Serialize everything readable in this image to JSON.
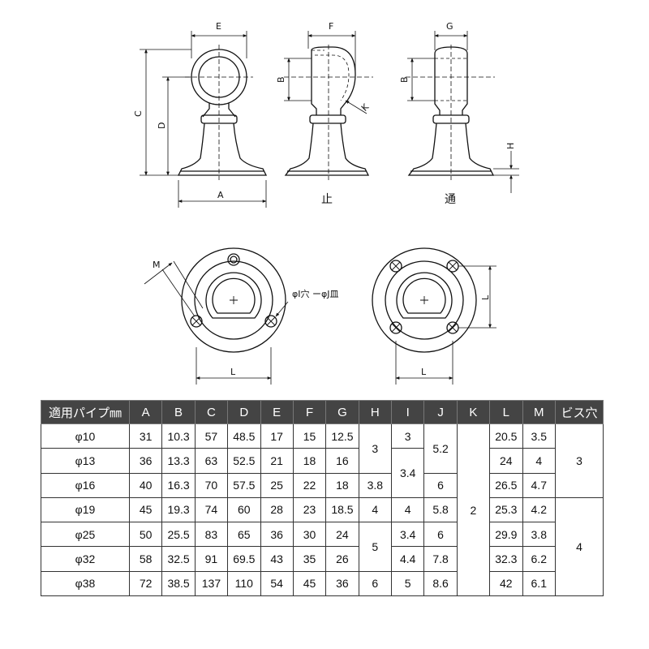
{
  "labels": {
    "dim_E": "E",
    "dim_F": "F",
    "dim_G": "G",
    "dim_B": "B",
    "dim_C": "C",
    "dim_D": "D",
    "dim_A": "A",
    "dim_H": "H",
    "dim_K": "K",
    "dim_M": "M",
    "dim_L": "L",
    "view_stop": "止",
    "view_through": "通",
    "hole_callout": "φI穴 ーφJ皿"
  },
  "table": {
    "headers": [
      "適用パイプ㎜",
      "A",
      "B",
      "C",
      "D",
      "E",
      "F",
      "G",
      "H",
      "I",
      "J",
      "K",
      "L",
      "M",
      "ビス穴"
    ],
    "rows": [
      {
        "size": "φ10",
        "A": "31",
        "B": "10.3",
        "C": "57",
        "D": "48.5",
        "E": "17",
        "F": "15",
        "G": "12.5",
        "H": "3",
        "I": "3",
        "J": "5.2",
        "K": "2",
        "L": "20.5",
        "M": "3.5",
        "screw": "3"
      },
      {
        "size": "φ13",
        "A": "36",
        "B": "13.3",
        "C": "63",
        "D": "52.5",
        "E": "21",
        "F": "18",
        "G": "16",
        "I": "3.4",
        "L": "24",
        "M": "4"
      },
      {
        "size": "φ16",
        "A": "40",
        "B": "16.3",
        "C": "70",
        "D": "57.5",
        "E": "25",
        "F": "22",
        "G": "18",
        "H": "3.8",
        "J": "6",
        "L": "26.5",
        "M": "4.7"
      },
      {
        "size": "φ19",
        "A": "45",
        "B": "19.3",
        "C": "74",
        "D": "60",
        "E": "28",
        "F": "23",
        "G": "18.5",
        "H": "4",
        "I": "4",
        "J": "5.8",
        "L": "25.3",
        "M": "4.2",
        "screw": "4"
      },
      {
        "size": "φ25",
        "A": "50",
        "B": "25.5",
        "C": "83",
        "D": "65",
        "E": "36",
        "F": "30",
        "G": "24",
        "H": "5",
        "I": "3.4",
        "J": "6",
        "L": "29.9",
        "M": "3.8"
      },
      {
        "size": "φ32",
        "A": "58",
        "B": "32.5",
        "C": "91",
        "D": "69.5",
        "E": "43",
        "F": "35",
        "G": "26",
        "I": "4.4",
        "J": "7.8",
        "L": "32.3",
        "M": "6.2"
      },
      {
        "size": "φ38",
        "A": "72",
        "B": "38.5",
        "C": "137",
        "D": "110",
        "E": "54",
        "F": "45",
        "G": "36",
        "H": "6",
        "I": "5",
        "J": "8.6",
        "L": "42",
        "M": "6.1"
      }
    ]
  }
}
